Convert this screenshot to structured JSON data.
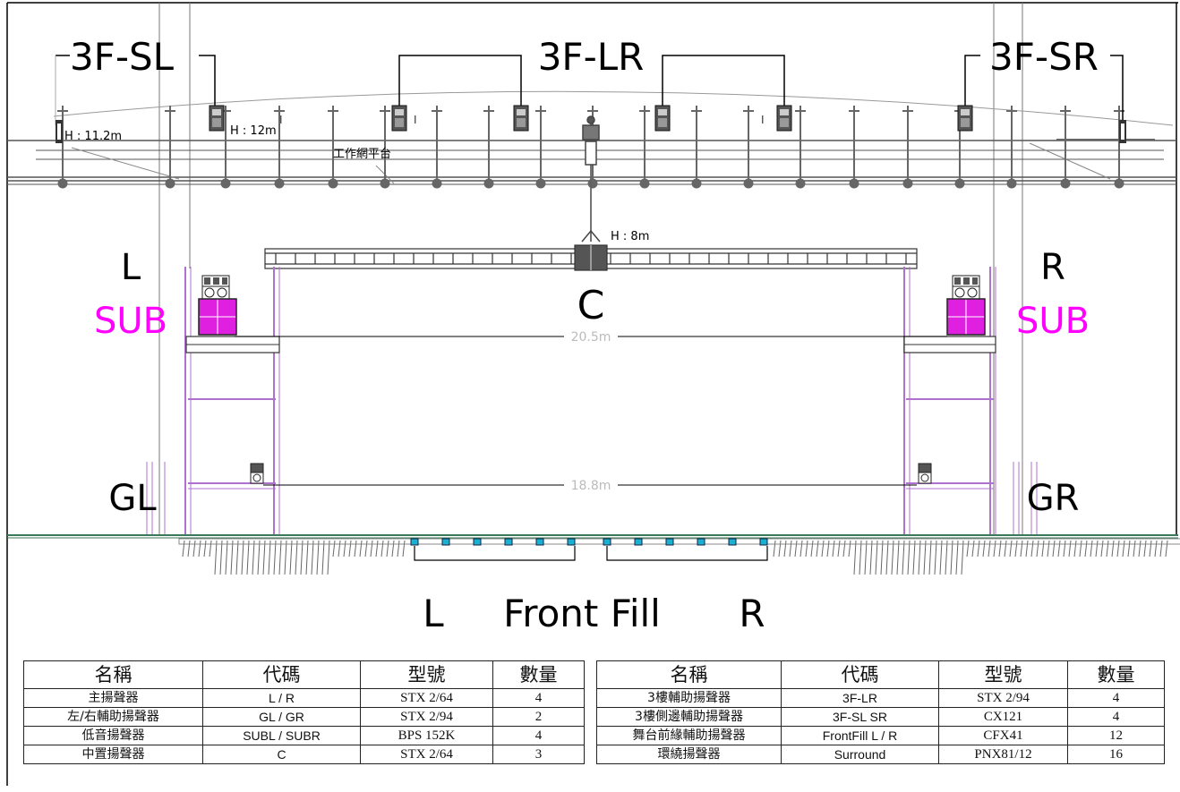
{
  "labels": {
    "sl_3f": "3F-SL",
    "lr_3f": "3F-LR",
    "sr_3f": "3F-SR",
    "h_sl": "H : 11.2m",
    "h_lr": "H : 12m",
    "platform": "工作網平台",
    "h_center": "H : 8m",
    "left": "L",
    "right": "R",
    "sub_left": "SUB",
    "sub_right": "SUB",
    "center": "C",
    "dim_upper": "20.5m",
    "dim_lower": "18.8m",
    "gl": "GL",
    "gr": "GR",
    "ff_left": "L",
    "ff_title": "Front Fill",
    "ff_right": "R"
  },
  "colors": {
    "sub_text": "#ff00ff",
    "tower": "#b070d0",
    "sub_cabinet": "#e020e0",
    "front_fill": "#1ab0d0",
    "floor": "#3a7a5a"
  },
  "table_left": {
    "headers": [
      "名稱",
      "代碼",
      "型號",
      "數量"
    ],
    "rows": [
      [
        "主揚聲器",
        "L / R",
        "STX 2/64",
        "4"
      ],
      [
        "左/右輔助揚聲器",
        "GL / GR",
        "STX 2/94",
        "2"
      ],
      [
        "低音揚聲器",
        "SUBL / SUBR",
        "BPS 152K",
        "4"
      ],
      [
        "中置揚聲器",
        "C",
        "STX 2/64",
        "3"
      ]
    ]
  },
  "table_right": {
    "headers": [
      "名稱",
      "代碼",
      "型號",
      "數量"
    ],
    "rows": [
      [
        "3樓輔助揚聲器",
        "3F-LR",
        "STX 2/94",
        "4"
      ],
      [
        "3樓側邊輔助揚聲器",
        "3F-SL SR",
        "CX121",
        "4"
      ],
      [
        "舞台前緣輔助揚聲器",
        "FrontFill L / R",
        "CFX41",
        "12"
      ],
      [
        "環繞揚聲器",
        "Surround",
        "PNX81/12",
        "16"
      ]
    ]
  }
}
